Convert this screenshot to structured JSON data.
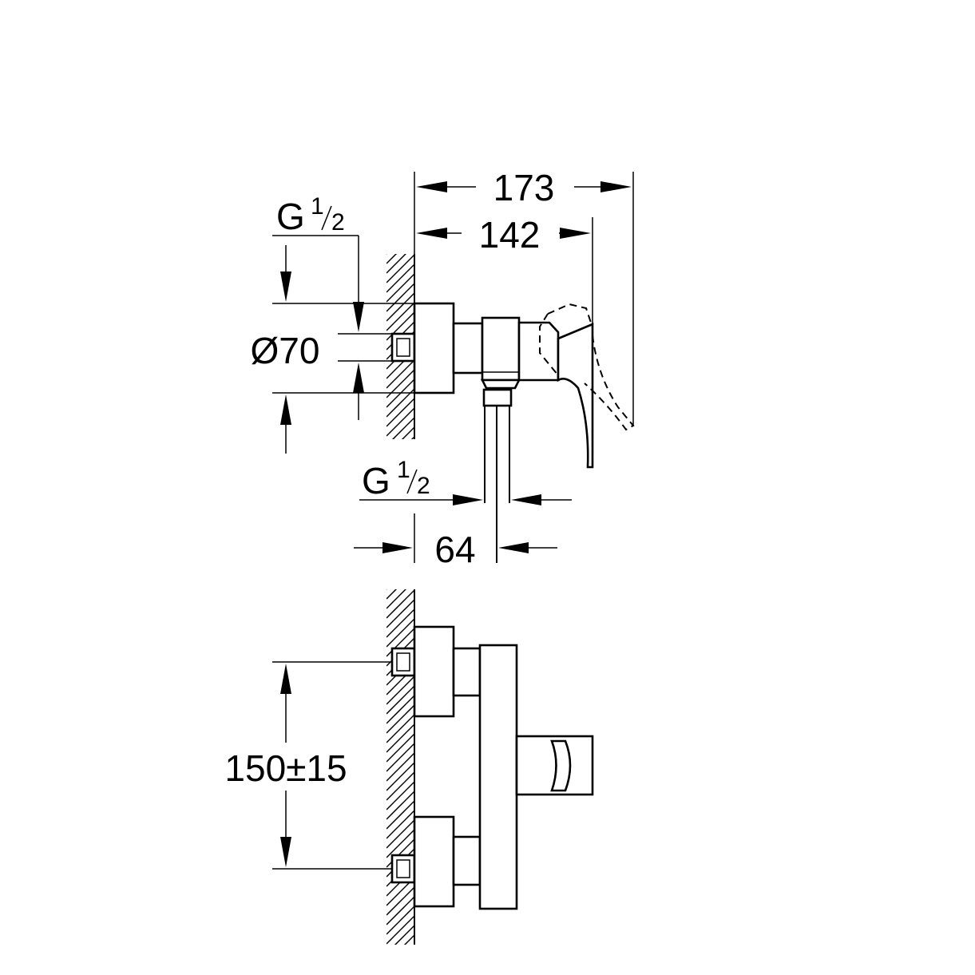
{
  "side_view": {
    "dim_total_depth": "173",
    "dim_body_depth": "142",
    "dim_rosette_diameter": "Ø70",
    "dim_inlet_thread": {
      "g": "G",
      "num": "1",
      "den": "2"
    },
    "dim_outlet_thread": {
      "g": "G",
      "num": "1",
      "den": "2"
    },
    "dim_outlet_offset": "64"
  },
  "front_view": {
    "dim_inlet_spacing": "150±15"
  }
}
